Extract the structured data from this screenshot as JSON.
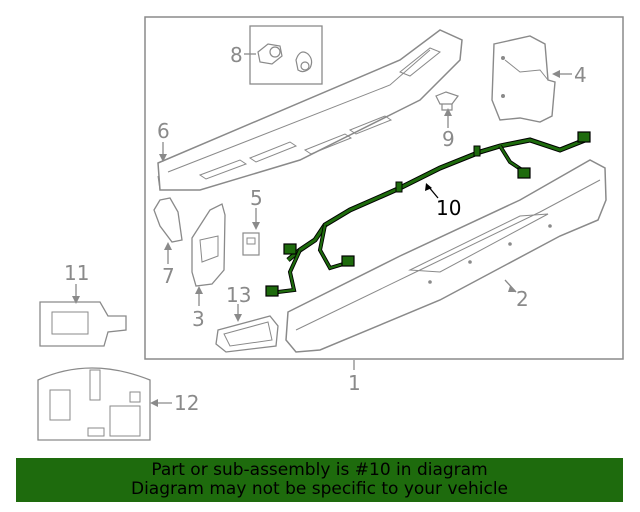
{
  "callouts": {
    "c1": "1",
    "c2": "2",
    "c3": "3",
    "c4": "4",
    "c5": "5",
    "c6": "6",
    "c7": "7",
    "c8": "8",
    "c9": "9",
    "c10": "10",
    "c11": "11",
    "c12": "12",
    "c13": "13"
  },
  "highlight": {
    "part_number": "10",
    "color": "#1e6b0d"
  },
  "line_color": "#8a8a8a",
  "banner": {
    "line1": "Part or sub-assembly is #10 in diagram",
    "line2": "Diagram may not be specific to your vehicle",
    "background": "#1e6b0d"
  }
}
